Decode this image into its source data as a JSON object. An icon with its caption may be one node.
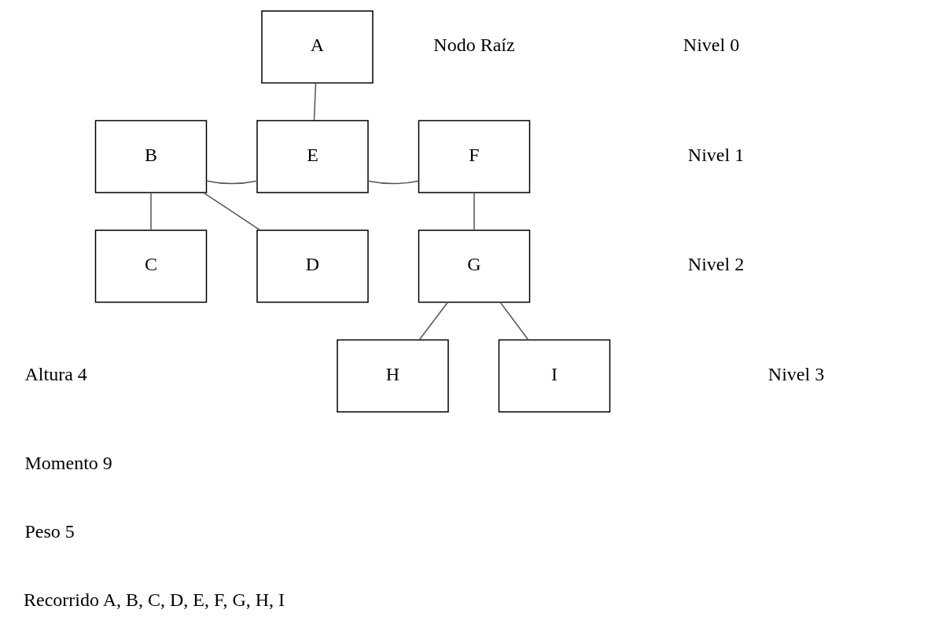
{
  "diagram": {
    "nodes": [
      {
        "text": [
          "A"
        ],
        "beside": [
          "Nodo Raíz"
        ]
      },
      {
        "text": [
          "B"
        ]
      },
      {
        "text": [
          "E"
        ]
      },
      {
        "text": [
          "F"
        ]
      },
      {
        "text": [
          "C"
        ]
      },
      {
        "text": [
          "D"
        ]
      },
      {
        "text": [
          "G"
        ]
      },
      {
        "text": [
          "H"
        ]
      },
      {
        "text": [
          "I"
        ]
      }
    ],
    "edges": [
      {
        "from": 0,
        "to": 2,
        "arrow": "none"
      },
      {
        "from": 2,
        "to": 1,
        "arrow": "none"
      },
      {
        "from": 2,
        "to": 3,
        "arrow": "none"
      },
      {
        "from": 1,
        "to": 4,
        "arrow": "none"
      },
      {
        "from": 1,
        "to": 5,
        "arrow": "none"
      },
      {
        "from": 3,
        "to": 6,
        "arrow": "none"
      },
      {
        "from": 6,
        "to": 7,
        "arrow": "none"
      },
      {
        "from": 6,
        "to": 8,
        "arrow": "none"
      }
    ],
    "labels": [
      "Nivel 0",
      "Nivel 1",
      "Nivel 2",
      "Nivel 3",
      "Altura 4",
      "Momento 9",
      "Peso 5",
      "Recorrido A, B, C, D, E, F, G, H, I"
    ]
  }
}
